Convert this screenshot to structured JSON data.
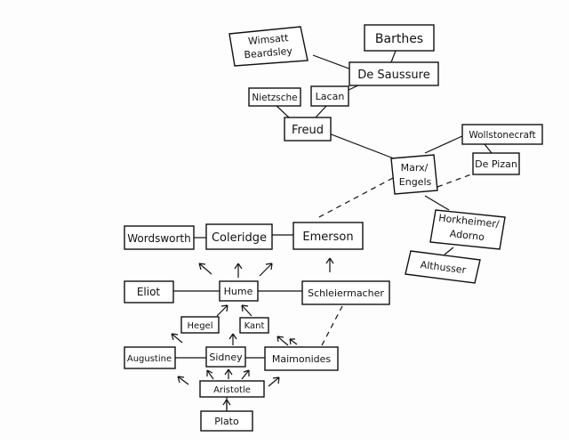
{
  "nodes": {
    "wimsatt": {
      "line1": "Wimsatt",
      "line2": "Beardsley"
    },
    "barthes": "Barthes",
    "saussure": "De Saussure",
    "nietzsche": "Nietzsche",
    "lacan": "Lacan",
    "freud": "Freud",
    "wollstonecraft": "Wollstonecraft",
    "pizan": "De Pizan",
    "marx": {
      "line1": "Marx/",
      "line2": "Engels"
    },
    "horkheimer": {
      "line1": "Horkheimer/",
      "line2": "Adorno"
    },
    "althusser": "Althusser",
    "wordsworth": "Wordsworth",
    "coleridge": "Coleridge",
    "emerson": "Emerson",
    "eliot": "Eliot",
    "hume": "Hume",
    "schleiermacher": "Schleiermacher",
    "hegel": "Hegel",
    "kant": "Kant",
    "augustine": "Augustine",
    "sidney": "Sidney",
    "maimonides": "Maimonides",
    "aristotle": "Aristotle",
    "plato": "Plato"
  }
}
